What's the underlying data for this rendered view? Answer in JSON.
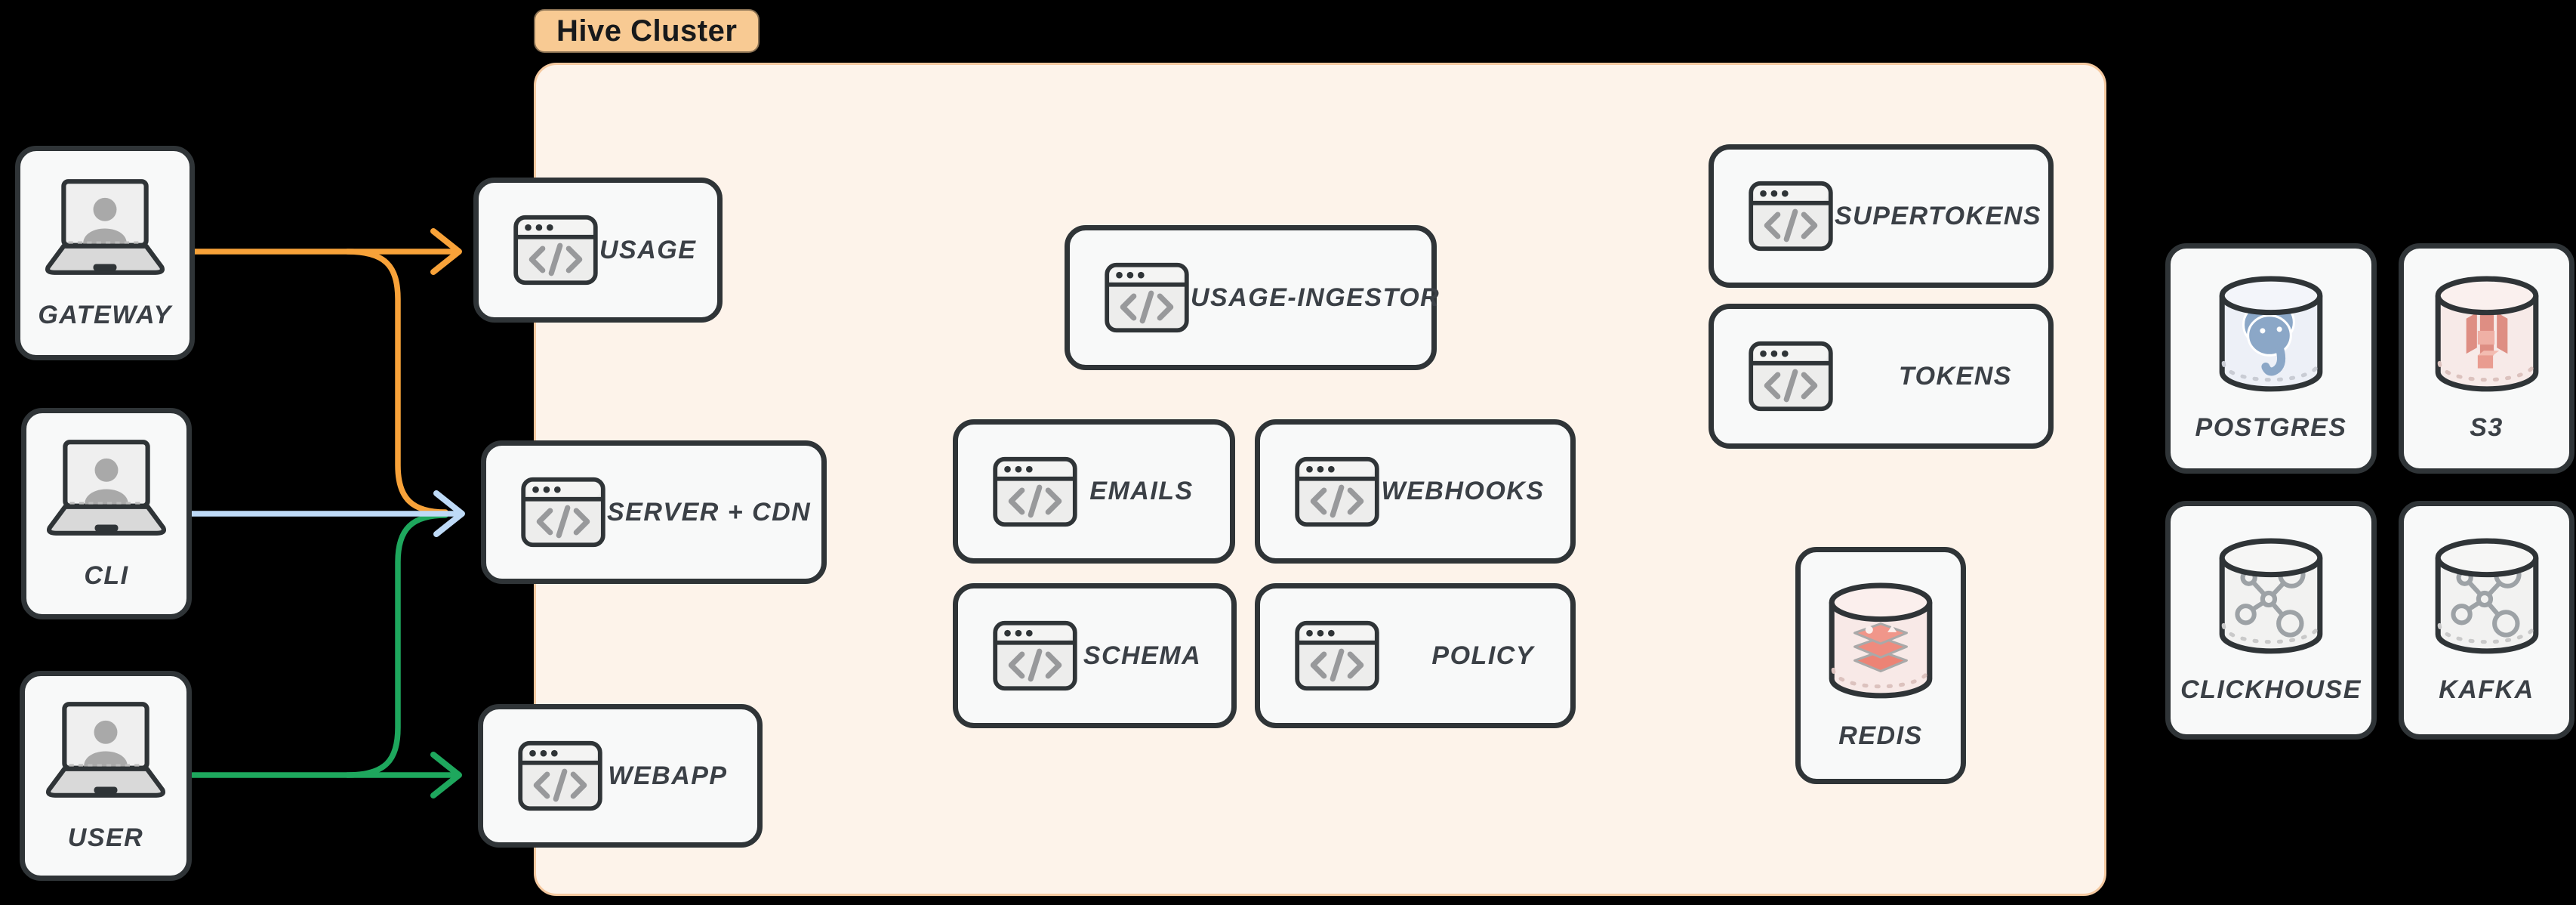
{
  "cluster": {
    "label": "Hive Cluster",
    "fill": "#FDF3EA",
    "border": "#F5C9A0",
    "tag_bg": "#F8CA93",
    "tag_text": "#17191B"
  },
  "nodes": {
    "gateway": {
      "label": "GATEWAY",
      "kind": "client"
    },
    "cli": {
      "label": "CLI",
      "kind": "client"
    },
    "user": {
      "label": "USER",
      "kind": "client"
    },
    "usage": {
      "label": "USAGE",
      "kind": "service"
    },
    "server_cdn": {
      "label": "SERVER + CDN",
      "kind": "service"
    },
    "webapp": {
      "label": "WEBAPP",
      "kind": "service"
    },
    "usage_ingestor": {
      "label": "USAGE-INGESTOR",
      "kind": "service"
    },
    "emails": {
      "label": "EMAILS",
      "kind": "service"
    },
    "webhooks": {
      "label": "WEBHOOKS",
      "kind": "service"
    },
    "schema": {
      "label": "SCHEMA",
      "kind": "service"
    },
    "policy": {
      "label": "POLICY",
      "kind": "service"
    },
    "supertokens": {
      "label": "SUPERTOKENS",
      "kind": "service"
    },
    "tokens": {
      "label": "TOKENS",
      "kind": "service"
    },
    "redis": {
      "label": "REDIS",
      "kind": "datastore"
    },
    "postgres": {
      "label": "POSTGRES",
      "kind": "datastore"
    },
    "s3": {
      "label": "S3",
      "kind": "datastore"
    },
    "clickhouse": {
      "label": "CLICKHOUSE",
      "kind": "datastore"
    },
    "kafka": {
      "label": "KAFKA",
      "kind": "datastore"
    }
  },
  "edges": [
    {
      "from": "GATEWAY",
      "to": "USAGE",
      "color": "#F8A239"
    },
    {
      "from": "GATEWAY",
      "to": "SERVER + CDN",
      "color": "#F8A239"
    },
    {
      "from": "CLI",
      "to": "SERVER + CDN",
      "color": "#BEDAF7"
    },
    {
      "from": "USER",
      "to": "SERVER + CDN",
      "color": "#1EA75D"
    },
    {
      "from": "USER",
      "to": "WEBAPP",
      "color": "#1EA75D"
    }
  ],
  "colors": {
    "background": "#000000",
    "node_fill": "#F8F9F9",
    "node_border": "#2F3437",
    "label_text": "#3B4046",
    "arrow_orange": "#F8A239",
    "arrow_blue": "#BEDAF7",
    "arrow_green": "#1EA75D",
    "icon_glyph_gray": "#98999B",
    "postgres_logo": "#8BA7C7",
    "s3_logo": "#DE8E83",
    "redis_logo": "#EE8B7E"
  }
}
